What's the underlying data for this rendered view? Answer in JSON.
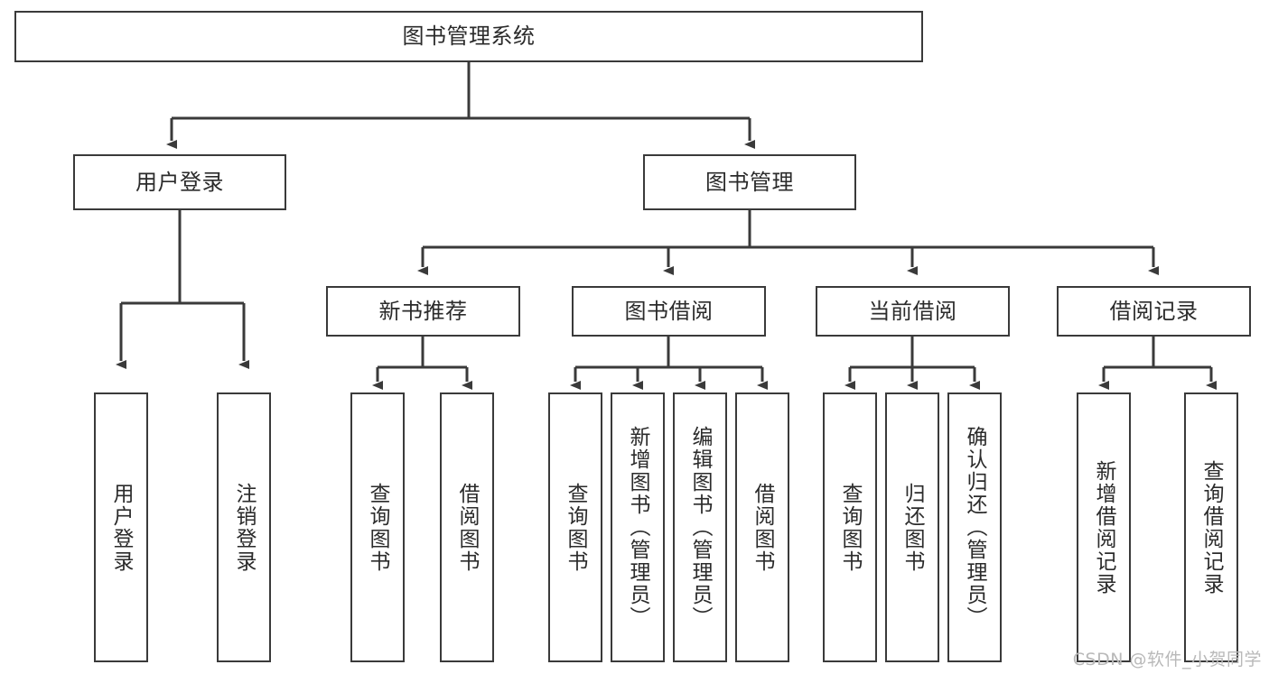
{
  "diagram": {
    "type": "tree-hierarchy",
    "title": "图书管理系统",
    "watermark": "CSDN @软件_小贺同学",
    "colors": {
      "stroke": "#3a3a3a",
      "text": "#2b2b2b",
      "background": "#ffffff",
      "watermark": "#b9b9b9"
    },
    "nodes": {
      "root": {
        "label": "图书管理系统",
        "orientation": "horizontal"
      },
      "level1": [
        {
          "label": "用户登录",
          "orientation": "horizontal"
        },
        {
          "label": "图书管理",
          "orientation": "horizontal"
        }
      ],
      "level2": [
        {
          "label": "新书推荐",
          "orientation": "horizontal"
        },
        {
          "label": "图书借阅",
          "orientation": "horizontal"
        },
        {
          "label": "当前借阅",
          "orientation": "horizontal"
        },
        {
          "label": "借阅记录",
          "orientation": "horizontal"
        }
      ],
      "leaves_user_login": [
        {
          "label": "用户登录",
          "orientation": "vertical"
        },
        {
          "label": "注销登录",
          "orientation": "vertical"
        }
      ],
      "leaves_new_book": [
        {
          "label": "查询图书",
          "orientation": "vertical"
        },
        {
          "label": "借阅图书",
          "orientation": "vertical"
        }
      ],
      "leaves_borrow": [
        {
          "label": "查询图书",
          "orientation": "vertical"
        },
        {
          "label": "新增图书（管理员）",
          "orientation": "vertical"
        },
        {
          "label": "编辑图书（管理员）",
          "orientation": "vertical"
        },
        {
          "label": "借阅图书",
          "orientation": "vertical"
        }
      ],
      "leaves_current": [
        {
          "label": "查询图书",
          "orientation": "vertical"
        },
        {
          "label": "归还图书",
          "orientation": "vertical"
        },
        {
          "label": "确认归还（管理员）",
          "orientation": "vertical"
        }
      ],
      "leaves_records": [
        {
          "label": "新增借阅记录",
          "orientation": "vertical"
        },
        {
          "label": "查询借阅记录",
          "orientation": "vertical"
        }
      ]
    }
  }
}
